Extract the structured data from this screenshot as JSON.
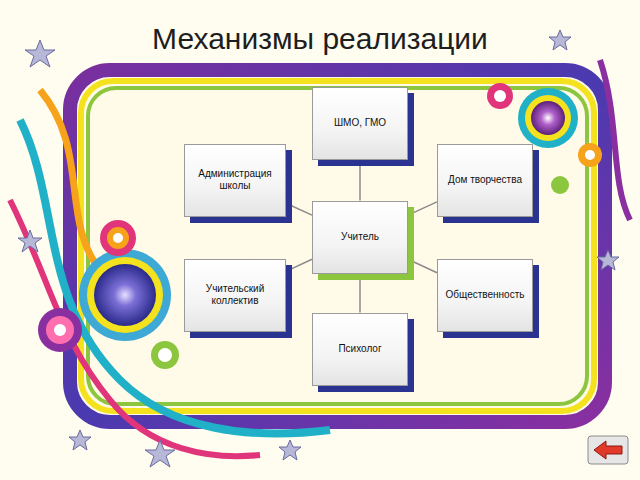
{
  "diagram": {
    "title": "Механизмы реализации",
    "nodes": [
      {
        "text": [
          "ШМО, ГМО"
        ]
      },
      {
        "text": [
          "Администрация школы"
        ]
      },
      {
        "text": [
          "Дом творчества"
        ]
      },
      {
        "text": [
          "Учитель"
        ]
      },
      {
        "text": [
          "Учительский коллектив"
        ]
      },
      {
        "text": [
          "Общественность"
        ]
      },
      {
        "text": [
          "Психолог"
        ]
      }
    ],
    "edges": [
      {
        "from": 3,
        "to": 0,
        "arrow": "none"
      },
      {
        "from": 3,
        "to": 1,
        "arrow": "none"
      },
      {
        "from": 3,
        "to": 2,
        "arrow": "none"
      },
      {
        "from": 3,
        "to": 4,
        "arrow": "none"
      },
      {
        "from": 3,
        "to": 5,
        "arrow": "none"
      },
      {
        "from": 3,
        "to": 6,
        "arrow": "none"
      }
    ]
  }
}
